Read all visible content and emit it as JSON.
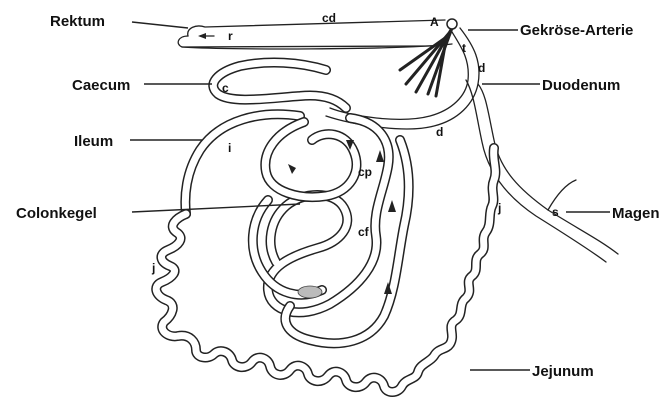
{
  "labels": {
    "rektum": "Rektum",
    "caecum": "Caecum",
    "ileum": "Ileum",
    "colonkegel": "Colonkegel",
    "gekroese_arterie": "Gekröse-Arterie",
    "duodenum": "Duodenum",
    "magen": "Magen",
    "jejunum": "Jejunum"
  },
  "letters": {
    "cd": "cd",
    "r": "r",
    "A": "A",
    "t": "t",
    "d_upper": "d",
    "c": "c",
    "i": "i",
    "d_lower": "d",
    "cp": "cp",
    "cf": "cf",
    "j_right": "j",
    "s": "s",
    "j_left": "j"
  }
}
